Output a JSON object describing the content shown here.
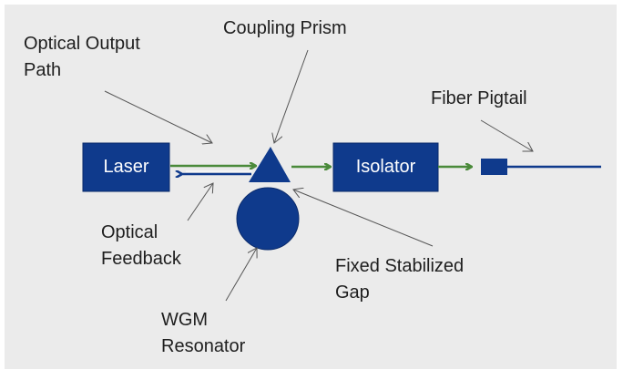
{
  "diagram": {
    "title": "WGM resonator laser stabilization setup",
    "colors": {
      "component_fill": "#0f3a8c",
      "output_arrow": "#4a8a3a",
      "feedback_arrow": "#0f3a8c",
      "pointer_line": "#555555",
      "label_text": "#1e1e1e",
      "background": "#ebebeb"
    },
    "components": {
      "laser": "Laser",
      "isolator": "Isolator"
    },
    "labels": {
      "optical_output_path": [
        "Optical Output",
        "Path"
      ],
      "coupling_prism": "Coupling Prism",
      "fiber_pigtail": "Fiber Pigtail",
      "optical_feedback": [
        "Optical",
        "Feedback"
      ],
      "fixed_stabilized_gap": [
        "Fixed Stabilized",
        "Gap"
      ],
      "wgm_resonator": [
        "WGM",
        "Resonator"
      ]
    }
  }
}
